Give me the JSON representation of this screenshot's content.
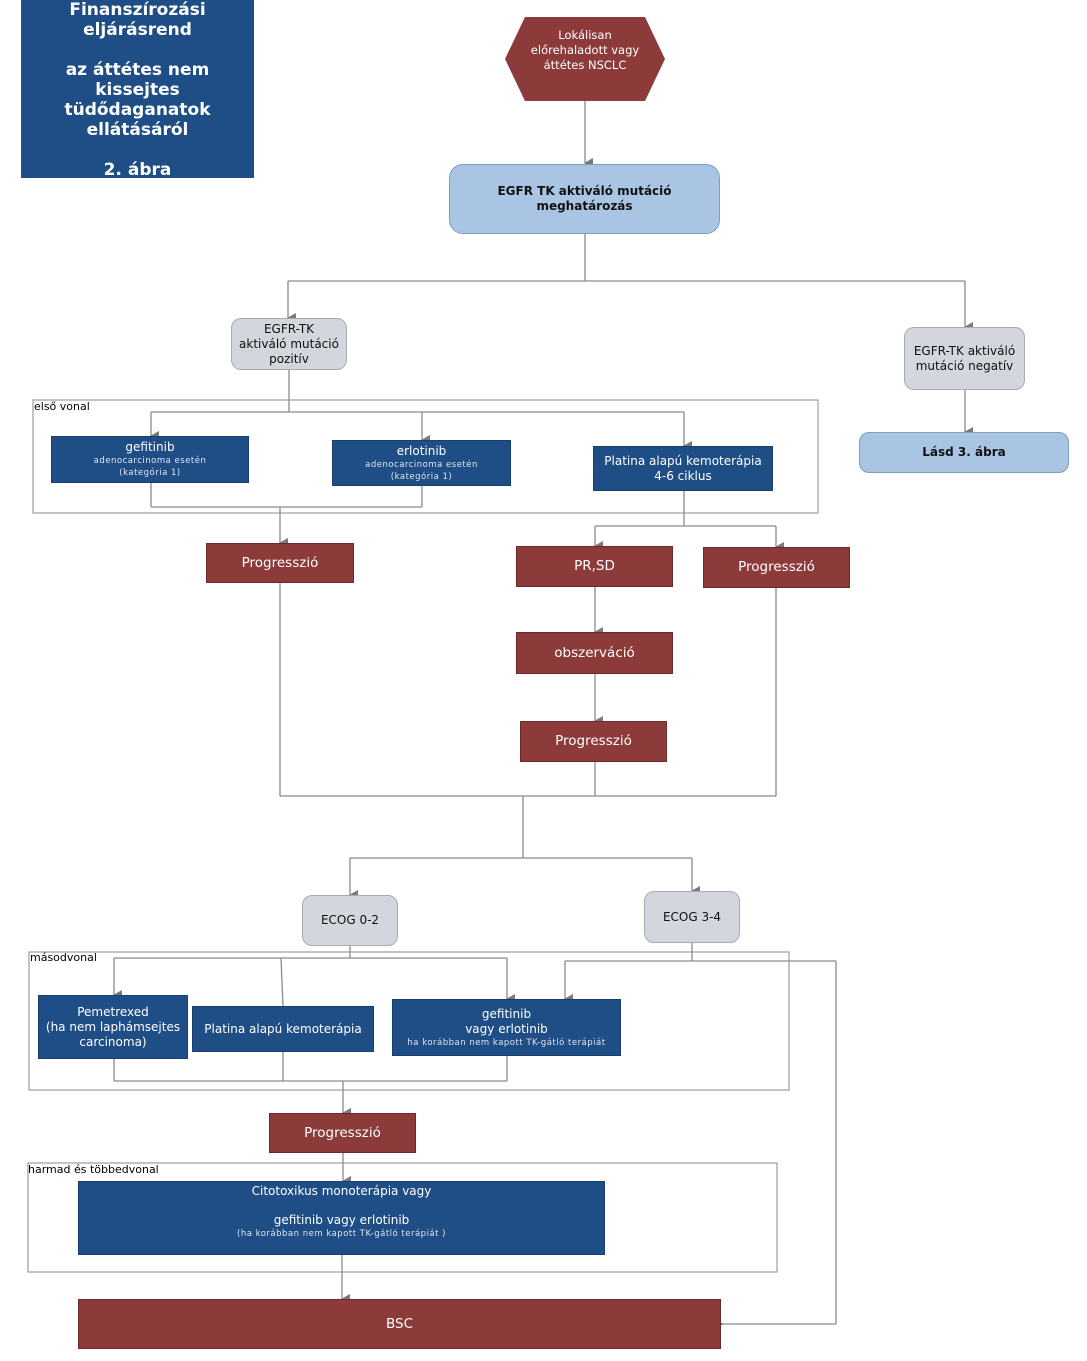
{
  "title": {
    "line1": "Finanszírozási",
    "line2": "eljárásrend",
    "line3": "az áttétes nem",
    "line4": "kissejtes",
    "line5": "tüdődaganatok",
    "line6": "ellátásáról",
    "figure": "2. ábra"
  },
  "start": {
    "line1": "Lokálisan",
    "line2": "előrehaladott vagy",
    "line3": "áttétes NSCLC"
  },
  "egfr_test": {
    "line1": "EGFR TK aktiváló mutáció",
    "line2": "meghatározás"
  },
  "egfr_positive": {
    "line1": "EGFR-TK",
    "line2": "aktiváló mutáció",
    "line3": "pozitív"
  },
  "egfr_negative": {
    "line1": "EGFR-TK aktiváló",
    "line2": "mutáció negatív"
  },
  "see_fig3": "Lásd 3. ábra",
  "first_line": {
    "label": "első vonal",
    "gefitinib": {
      "name": "gefitinib",
      "note1": "adenocarcinoma esetén",
      "note2": "(kategória 1)"
    },
    "erlotinib": {
      "name": "erlotinib",
      "note1": "adenocarcinoma esetén",
      "note2": "(kategória 1)"
    },
    "platina": {
      "line1": "Platina alapú kemoterápia",
      "line2": "4-6 ciklus"
    }
  },
  "progression": "Progresszió",
  "pr_sd": "PR,SD",
  "observation": "obszerváció",
  "ecog_02": "ECOG 0-2",
  "ecog_34": "ECOG 3-4",
  "second_line": {
    "label": "másodvonal",
    "pemetrexed": {
      "line1": "Pemetrexed",
      "line2": "(ha nem laphámsejtes",
      "line3": "carcinoma)"
    },
    "platina": "Platina alapú kemoterápia",
    "gefitinib": {
      "line1": "gefitinib",
      "line2": "vagy erlotinib",
      "note": "ha korábban nem kapott TK-gátló terápiát"
    }
  },
  "third_line": {
    "label": "harmad és többedvonal",
    "line1": "Citotoxikus monoterápia vagy",
    "line2": "gefitinib vagy erlotinib",
    "note": "(ha korábban nem kapott TK-gátló terápiát )"
  },
  "bsc": "BSC",
  "colors": {
    "navy": "#1f4e86",
    "maroon": "#8c3a3a",
    "light_blue": "#a9c5e3",
    "grey": "#d3d6dd",
    "connector": "#808080"
  }
}
